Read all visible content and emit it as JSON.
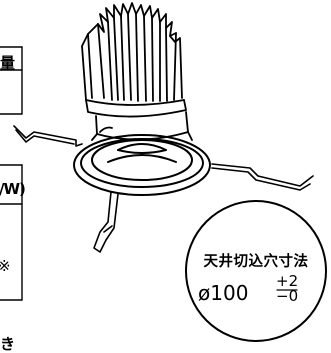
{
  "left_table_fragments": {
    "top_header": "量",
    "middle_header": "/W)",
    "side_mark": "※",
    "bottom_text": "き"
  },
  "cutout": {
    "title": "天井切込穴寸法",
    "symbol": "ø",
    "value": "100",
    "tolerance_plus": "+2",
    "tolerance_minus": "−0"
  },
  "colors": {
    "line": "#000000",
    "background": "#ffffff"
  }
}
